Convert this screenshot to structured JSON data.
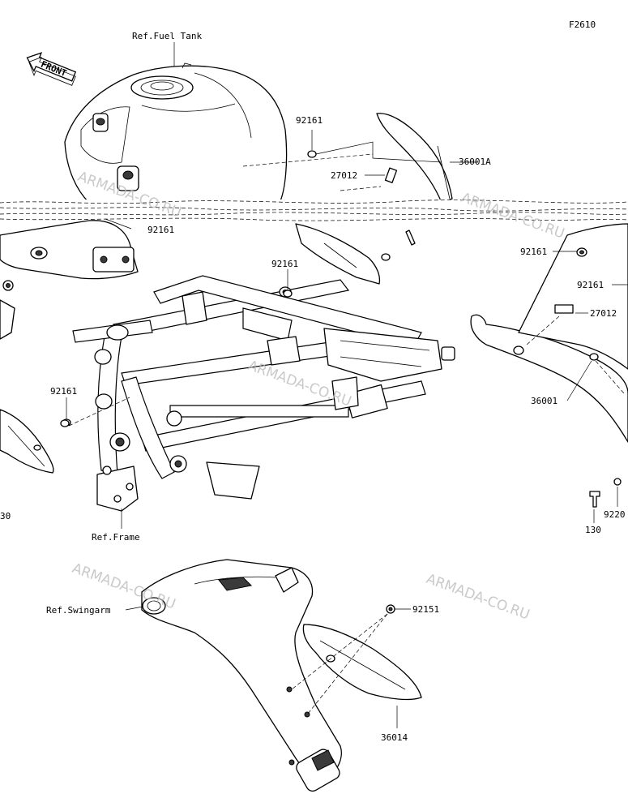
{
  "diagram_code": "F2610",
  "front_arrow": "FRONT",
  "refs": {
    "fuel_tank": "Ref.Fuel Tank",
    "frame": "Ref.Frame",
    "swingarm": "Ref.Swingarm"
  },
  "parts": {
    "p92161_top": "92161",
    "p36001A": "36001A",
    "p27012_top": "27012",
    "p92161_left": "92161",
    "p92161_mid": "92161",
    "p92161_right1": "92161",
    "p92161_right2": "92161",
    "p27012_right": "27012",
    "p36001": "36001",
    "p92161_lower": "92161",
    "p130": "130",
    "p9220": "9220",
    "p92151": "92151",
    "p36014": "36014",
    "p130_left_partial": "30"
  },
  "watermark": "ARMADA-CO.RU",
  "colors": {
    "line": "#000000",
    "background": "#ffffff",
    "watermark": "#b8b8b8",
    "shade": "#3a3a3a"
  }
}
